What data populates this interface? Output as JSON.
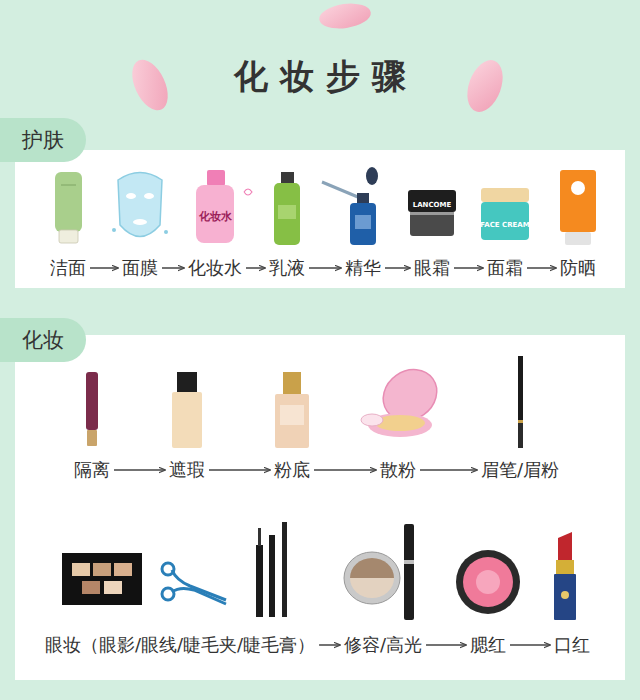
{
  "diagram": {
    "title": "化妆步骤",
    "nodes": [
      {
        "text": [
          "护肤"
        ]
      },
      {
        "text": [
          "洁面"
        ],
        "in": 0
      },
      {
        "text": [
          "面膜"
        ],
        "in": 0
      },
      {
        "text": [
          "化妆水"
        ],
        "in": 0
      },
      {
        "text": [
          "乳液"
        ],
        "in": 0
      },
      {
        "text": [
          "精华"
        ],
        "in": 0
      },
      {
        "text": [
          "眼霜"
        ],
        "in": 0
      },
      {
        "text": [
          "面霜"
        ],
        "in": 0
      },
      {
        "text": [
          "防晒"
        ],
        "in": 0
      },
      {
        "text": [
          "化妆"
        ]
      },
      {
        "text": [
          "隔离"
        ],
        "in": 9
      },
      {
        "text": [
          "遮瑕"
        ],
        "in": 9
      },
      {
        "text": [
          "粉底"
        ],
        "in": 9
      },
      {
        "text": [
          "散粉"
        ],
        "in": 9
      },
      {
        "text": [
          "眉笔/眉粉"
        ],
        "in": 9
      },
      {
        "text": [
          "眼妆（眼影/眼线/睫毛夹/睫毛膏）"
        ],
        "in": 9
      },
      {
        "text": [
          "修容/高光"
        ],
        "in": 9
      },
      {
        "text": [
          "腮红"
        ],
        "in": 9
      },
      {
        "text": [
          "口红"
        ],
        "in": 9
      }
    ],
    "edges": [
      {
        "from": 1,
        "to": 2,
        "arrow": "to"
      },
      {
        "from": 2,
        "to": 3,
        "arrow": "to"
      },
      {
        "from": 3,
        "to": 4,
        "arrow": "to"
      },
      {
        "from": 4,
        "to": 5,
        "arrow": "to"
      },
      {
        "from": 5,
        "to": 6,
        "arrow": "to"
      },
      {
        "from": 6,
        "to": 7,
        "arrow": "to"
      },
      {
        "from": 7,
        "to": 8,
        "arrow": "to"
      },
      {
        "from": 10,
        "to": 11,
        "arrow": "to"
      },
      {
        "from": 11,
        "to": 12,
        "arrow": "to"
      },
      {
        "from": 12,
        "to": 13,
        "arrow": "to"
      },
      {
        "from": 13,
        "to": 14,
        "arrow": "to"
      },
      {
        "from": 15,
        "to": 16,
        "arrow": "to"
      },
      {
        "from": 16,
        "to": 17,
        "arrow": "to"
      },
      {
        "from": 17,
        "to": 18,
        "arrow": "to"
      }
    ],
    "labels": [
      "化妆水",
      "LANCOME",
      "FACE CREAM"
    ]
  }
}
